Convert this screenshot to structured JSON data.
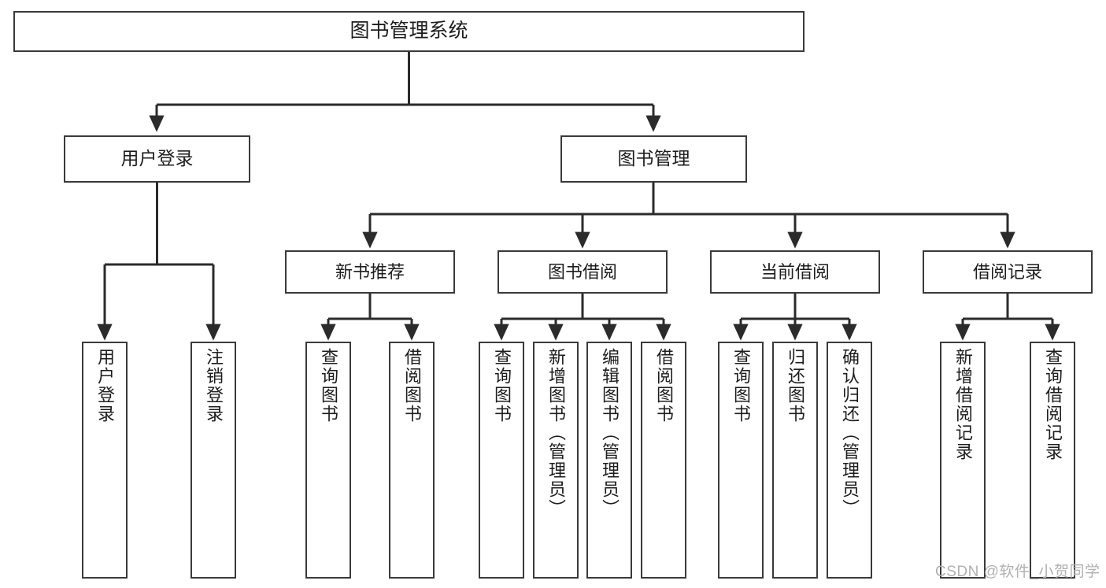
{
  "diagram": {
    "title_node": {
      "label": "图书管理系统"
    },
    "tier1": [
      {
        "label": "用户登录"
      },
      {
        "label": "图书管理"
      }
    ],
    "tier2": [
      {
        "label": "新书推荐"
      },
      {
        "label": "图书借阅"
      },
      {
        "label": "当前借阅"
      },
      {
        "label": "借阅记录"
      }
    ],
    "leaves": {
      "user_login": [
        {
          "label": "用户登录"
        },
        {
          "label": "注销登录"
        }
      ],
      "new_book_recommend": [
        {
          "label": "查询图书"
        },
        {
          "label": "借阅图书"
        }
      ],
      "book_borrow": [
        {
          "label": "查询图书"
        },
        {
          "label": "新增图书（管理员）"
        },
        {
          "label": "编辑图书（管理员）"
        },
        {
          "label": "借阅图书"
        }
      ],
      "current_borrow": [
        {
          "label": "查询图书"
        },
        {
          "label": "归还图书"
        },
        {
          "label": "确认归还（管理员）"
        }
      ],
      "borrow_record": [
        {
          "label": "新增借阅记录"
        },
        {
          "label": "查询借阅记录"
        }
      ]
    }
  },
  "watermark": {
    "text": "CSDN @软件_小贺同学"
  },
  "colors": {
    "box_border": "#3a3a3a",
    "box_fill": "#ffffff",
    "connector": "#2b2b2b",
    "text": "#1d1d1d",
    "watermark": "#b0b0b0"
  }
}
